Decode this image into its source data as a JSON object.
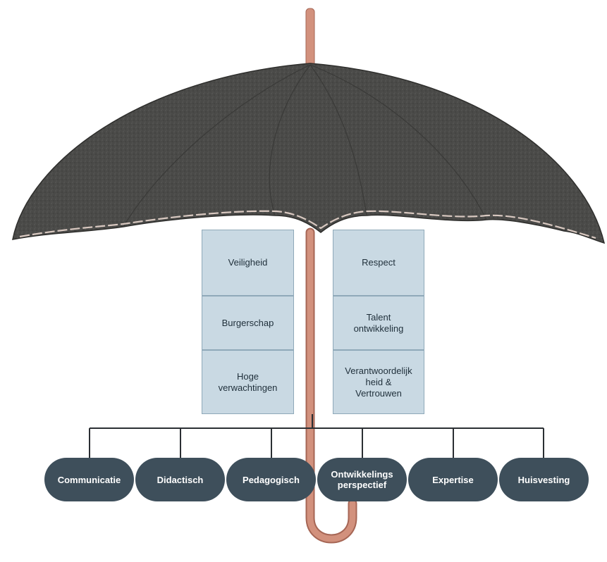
{
  "values_left": [
    "Veiligheid",
    "Burgerschap",
    "Hoge\nverwachtingen"
  ],
  "values_right": [
    "Respect",
    "Talent\nontwikkeling",
    "Verantwoordelijk\nheid &\nVertrouwen"
  ],
  "domains": [
    "Communicatie",
    "Didactisch",
    "Pedagogisch",
    "Ontwikkelings\nperspectief",
    "Expertise",
    "Huisvesting"
  ],
  "colors": {
    "canopy": "#4a4a48",
    "handle": "#d2917d",
    "box_fill": "#c9d9e3",
    "pill_fill": "#3e4f5b"
  }
}
